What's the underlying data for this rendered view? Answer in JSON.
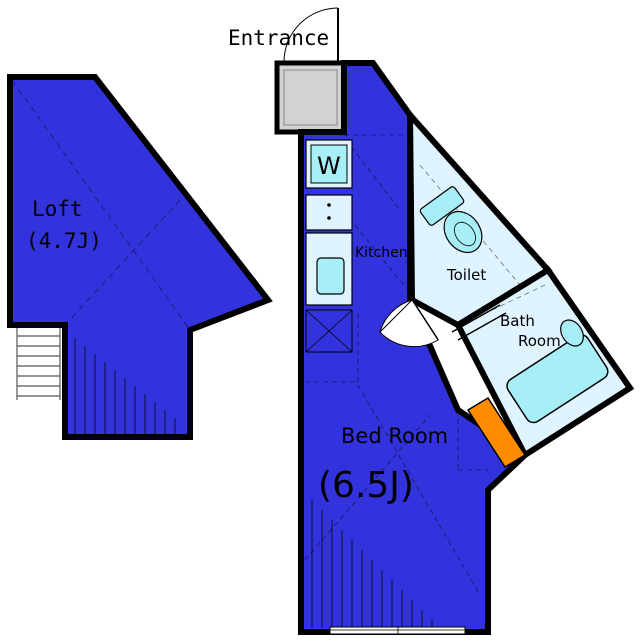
{
  "plan": {
    "entrance": "Entrance",
    "loft": {
      "name": "Loft",
      "size": "(4.7J)"
    },
    "bed_room": {
      "name": "Bed Room",
      "size": "(6.5J)"
    },
    "kitchen": "Kitchen",
    "toilet": "Toilet",
    "bath": {
      "line1": "Bath",
      "line2": "Room"
    },
    "washer_mark": "W"
  },
  "colors": {
    "room_fill": "#3333dd",
    "wet_area_fill": "#dff4ff",
    "fixture_fill": "#a7eef6",
    "entrance_floor": "#d2d2d2",
    "storage_accent": "#ff8c00",
    "wall": "#000000"
  }
}
